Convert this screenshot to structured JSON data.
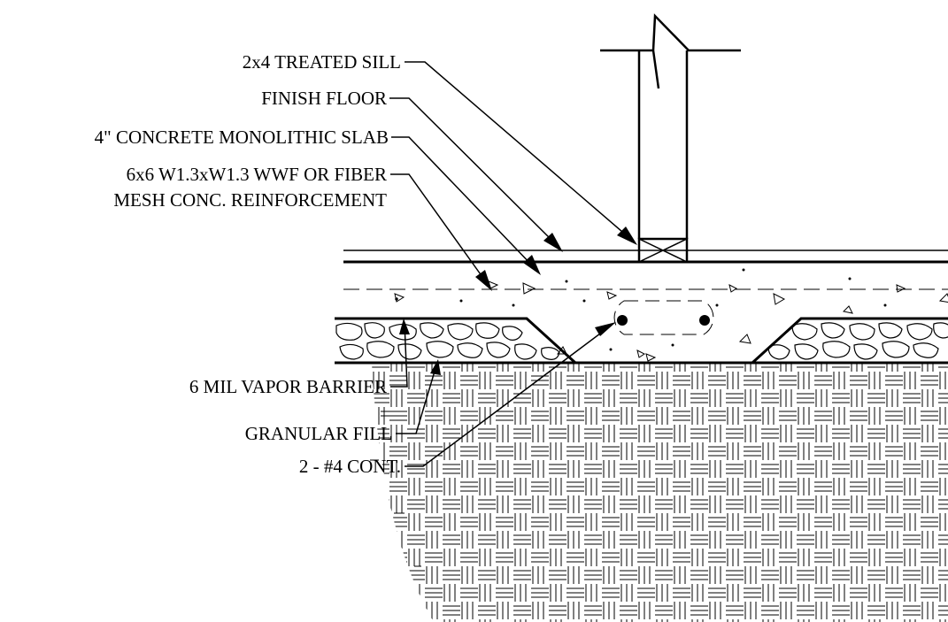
{
  "diagram": {
    "labels": {
      "treated_sill": "2x4 TREATED SILL",
      "finish_floor": "FINISH FLOOR",
      "slab": "4\" CONCRETE MONOLITHIC SLAB",
      "mesh_line1": "6x6 W1.3xW1.3 WWF OR FIBER",
      "mesh_line2": "MESH CONC. REINFORCEMENT",
      "vapor_barrier": "6 MIL VAPOR BARRIER",
      "granular_fill": "GRANULAR FILL",
      "rebar": "2 - #4 CONT."
    },
    "colors": {
      "line": "#000000",
      "background": "#ffffff"
    }
  }
}
